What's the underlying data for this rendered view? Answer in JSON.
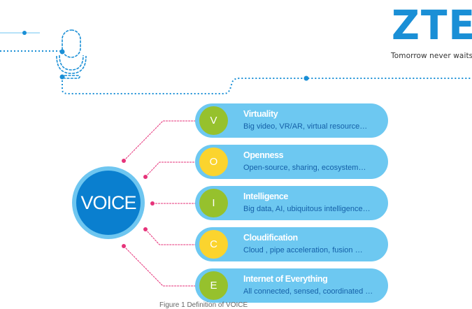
{
  "logo": {
    "brand": "ZTE",
    "tagline": "Tomorrow never waits",
    "color": "#1a8fd6"
  },
  "center": {
    "label": "VOICE",
    "inner_color": "#0a7fcf",
    "ring_color": "#6ec6f0"
  },
  "connector_color": "#e6337a",
  "pill_color": "#6dc8f1",
  "items": [
    {
      "letter": "V",
      "title": "Virtuality",
      "desc": "Big video, VR/AR, virtual resource…",
      "badge_color": "#96c12d"
    },
    {
      "letter": "O",
      "title": "Openness",
      "desc": "Open-source, sharing, ecosystem…",
      "badge_color": "#fbd42e"
    },
    {
      "letter": "I",
      "title": "Intelligence",
      "desc": "Big data, AI, ubiquitous intelligence…",
      "badge_color": "#96c12d"
    },
    {
      "letter": "C",
      "title": "Cloudification",
      "desc": "Cloud , pipe acceleration, fusion …",
      "badge_color": "#fbd42e"
    },
    {
      "letter": "E",
      "title": "Internet of Everything",
      "desc": "All connected, sensed, coordinated …",
      "badge_color": "#96c12d"
    }
  ],
  "caption": "Figure 1 Definition of VOICE"
}
